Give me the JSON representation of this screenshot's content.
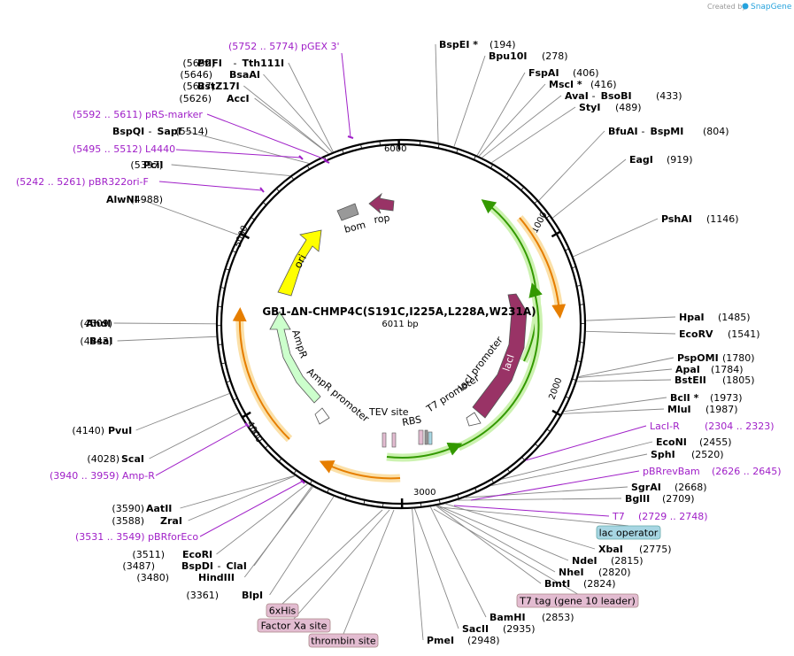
{
  "credit": {
    "text": "Created by",
    "brand": "SnapGene"
  },
  "map": {
    "name": "GB1-ΔN-CHMP4C(S191C,I225A,L228A,W231A)",
    "length": "6011 bp",
    "ticks": [
      "1000",
      "2000",
      "3000",
      "4000",
      "5000",
      "6000"
    ]
  },
  "features": {
    "ori": "ori",
    "ampr": "AmpR",
    "ampr_promoter": "AmpR promoter",
    "lacI": "lacI",
    "lacI_promoter": "lacI promoter",
    "t7_promoter": "T7 promoter",
    "tev": "TEV site",
    "rbs": "RBS",
    "bom": "bom",
    "rop": "rop"
  },
  "sites_right": [
    {
      "name": "BspEI *",
      "pos": "(194)"
    },
    {
      "name": "Bpu10I",
      "pos": "(278)"
    },
    {
      "name": "FspAI",
      "pos": "(406)"
    },
    {
      "name": "MscI *",
      "pos": "(416)"
    },
    {
      "name": "AvaI",
      "pos": "",
      "sep": "-",
      "name2": "BsoBI",
      "pos2": "(433)"
    },
    {
      "name": "StyI",
      "pos": "(489)"
    },
    {
      "name": "BfuAI",
      "pos": "",
      "sep": "-",
      "name2": "BspMI",
      "pos2": "(804)"
    },
    {
      "name": "EagI",
      "pos": "(919)"
    },
    {
      "name": "PshAI",
      "pos": "(1146)"
    },
    {
      "name": "HpaI",
      "pos": "(1485)"
    },
    {
      "name": "EcoRV",
      "pos": "(1541)"
    },
    {
      "name": "PspOMI",
      "pos": "(1780)"
    },
    {
      "name": "ApaI",
      "pos": "(1784)"
    },
    {
      "name": "BstEII",
      "pos": "(1805)"
    },
    {
      "name": "BclI *",
      "pos": "(1973)"
    },
    {
      "name": "MluI",
      "pos": "(1987)"
    },
    {
      "name": "EcoNI",
      "pos": "(2455)"
    },
    {
      "name": "SphI",
      "pos": "(2520)"
    },
    {
      "name": "SgrAI",
      "pos": "(2668)"
    },
    {
      "name": "BglII",
      "pos": "(2709)"
    },
    {
      "name": "XbaI",
      "pos": "(2775)"
    },
    {
      "name": "NdeI",
      "pos": "(2815)"
    },
    {
      "name": "NheI",
      "pos": "(2820)"
    },
    {
      "name": "BmtI",
      "pos": "(2824)"
    },
    {
      "name": "BamHI",
      "pos": "(2853)"
    },
    {
      "name": "SacII",
      "pos": "(2935)"
    },
    {
      "name": "PmeI",
      "pos": "(2948)"
    }
  ],
  "sites_left": [
    {
      "pos": "(5652)",
      "name": "PflFI",
      "sep": "-",
      "name2": "Tth111I"
    },
    {
      "pos": "(5646)",
      "name": "BsaAI"
    },
    {
      "pos": "(5627)",
      "name": "BstZ17I"
    },
    {
      "pos": "(5626)",
      "name": "AccI"
    },
    {
      "pos": "(5514)",
      "name": "BspQI",
      "sep": "-",
      "name2": "SapI"
    },
    {
      "pos": "(5397)",
      "name": "PciI"
    },
    {
      "pos": "(4988)",
      "name": "AlwNI"
    },
    {
      "pos": "(4509)",
      "name": "AhdI"
    },
    {
      "pos": "(4443)",
      "name": "BsaI"
    },
    {
      "pos": "(4140)",
      "name": "PvuI"
    },
    {
      "pos": "(4028)",
      "name": "ScaI"
    },
    {
      "pos": "(3590)",
      "name": "AatII"
    },
    {
      "pos": "(3588)",
      "name": "ZraI"
    },
    {
      "pos": "(3511)",
      "name": "EcoRI"
    },
    {
      "pos": "(3487)",
      "name": "BspDI",
      "sep": "-",
      "name2": "ClaI"
    },
    {
      "pos": "(3480)",
      "name": "HindIII"
    },
    {
      "pos": "(3361)",
      "name": "BlpI"
    }
  ],
  "primers": [
    {
      "range": "(5752 .. 5774)",
      "name": "pGEX 3'"
    },
    {
      "range": "(5592 .. 5611)",
      "name": "pRS-marker"
    },
    {
      "range": "(5495 .. 5512)",
      "name": "L4440"
    },
    {
      "range": "(5242 .. 5261)",
      "name": "pBR322ori-F"
    },
    {
      "range": "(3940 .. 3959)",
      "name": "Amp-R"
    },
    {
      "range": "(3531 .. 3549)",
      "name": "pBRforEco"
    },
    {
      "name": "LacI-R",
      "range": "(2304 .. 2323)"
    },
    {
      "name": "pBRrevBam",
      "range": "(2626 .. 2645)"
    },
    {
      "name": "T7",
      "range": "(2729 .. 2748)"
    }
  ],
  "badges": [
    "lac operator",
    "T7 tag (gene 10 leader)",
    "6xHis",
    "Factor Xa site",
    "thrombin site"
  ],
  "colors": {
    "ori": "#ffff00",
    "ampr": "#ccffcc",
    "lacI": "#993366",
    "promoter": "#ffffff",
    "primer": "#a020c8",
    "orf_fill": "#33cc00",
    "orange": "#ff9900",
    "halo_green": "#ccf2b0",
    "halo_orange": "#fbe0a8"
  }
}
